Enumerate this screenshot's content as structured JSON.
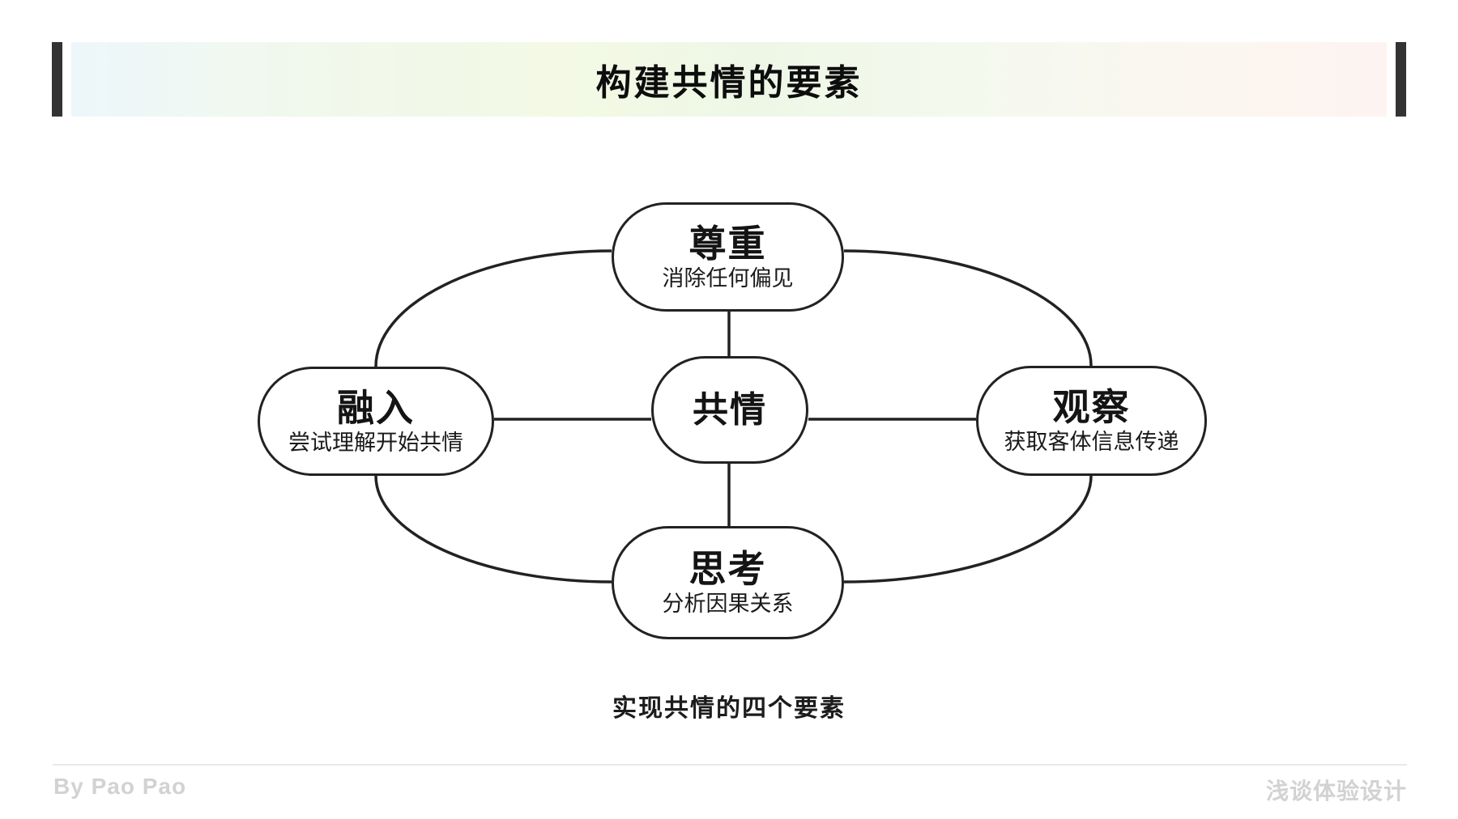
{
  "header": {
    "title": "构建共情的要素"
  },
  "diagram": {
    "center": {
      "title": "共情"
    },
    "nodes": [
      {
        "id": "respect",
        "title": "尊重",
        "subtitle": "消除任何偏见"
      },
      {
        "id": "immerse",
        "title": "融入",
        "subtitle": "尝试理解开始共情"
      },
      {
        "id": "observe",
        "title": "观察",
        "subtitle": "获取客体信息传递"
      },
      {
        "id": "think",
        "title": "思考",
        "subtitle": "分析因果关系"
      }
    ],
    "caption": "实现共情的四个要素"
  },
  "footer": {
    "author": "By Pao Pao",
    "brand": "浅谈体验设计"
  },
  "colors": {
    "stroke": "#222222",
    "bar": "#333333",
    "divider": "#e9e9e9",
    "footer_text": "#d2d2d2",
    "gradient_left": "#edf7fb",
    "gradient_middle": "#f3f9e4",
    "gradient_right": "#fdf4f1"
  }
}
